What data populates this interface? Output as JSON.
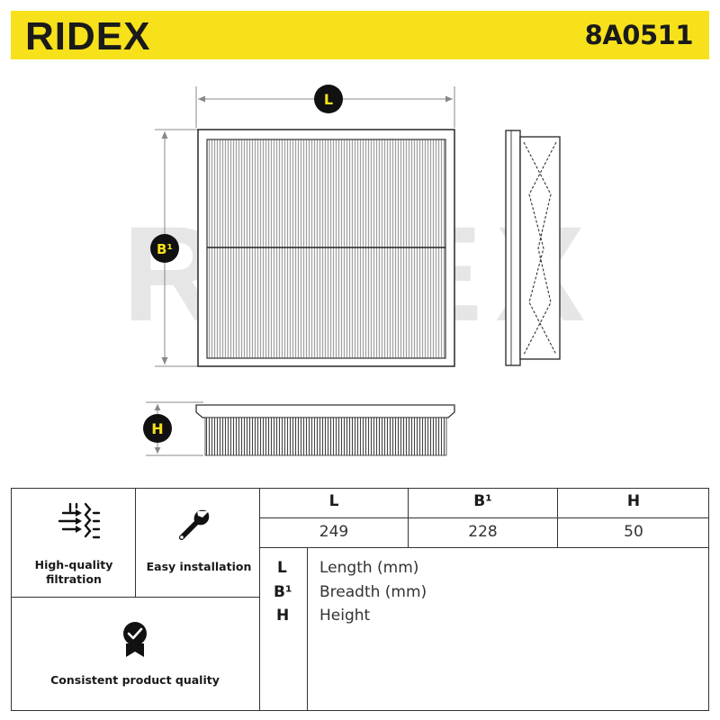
{
  "header": {
    "brand": "RIDEX",
    "part_number": "8A0511",
    "background_color": "#f7e11b"
  },
  "drawing": {
    "dimension_markers": {
      "length": "L",
      "breadth": "B¹",
      "height": "H"
    },
    "watermark": "RIDEX"
  },
  "features": [
    {
      "icon": "filtration-icon",
      "label": "High-quality filtration"
    },
    {
      "icon": "wrench-icon",
      "label": "Easy installation"
    },
    {
      "icon": "quality-badge-icon",
      "label": "Consistent product quality"
    }
  ],
  "specs": {
    "headers": [
      "L",
      "B¹",
      "H"
    ],
    "values": [
      "249",
      "228",
      "50"
    ]
  },
  "legend": [
    {
      "key": "L",
      "label": "Length (mm)"
    },
    {
      "key": "B¹",
      "label": "Breadth (mm)"
    },
    {
      "key": "H",
      "label": "Height"
    }
  ]
}
